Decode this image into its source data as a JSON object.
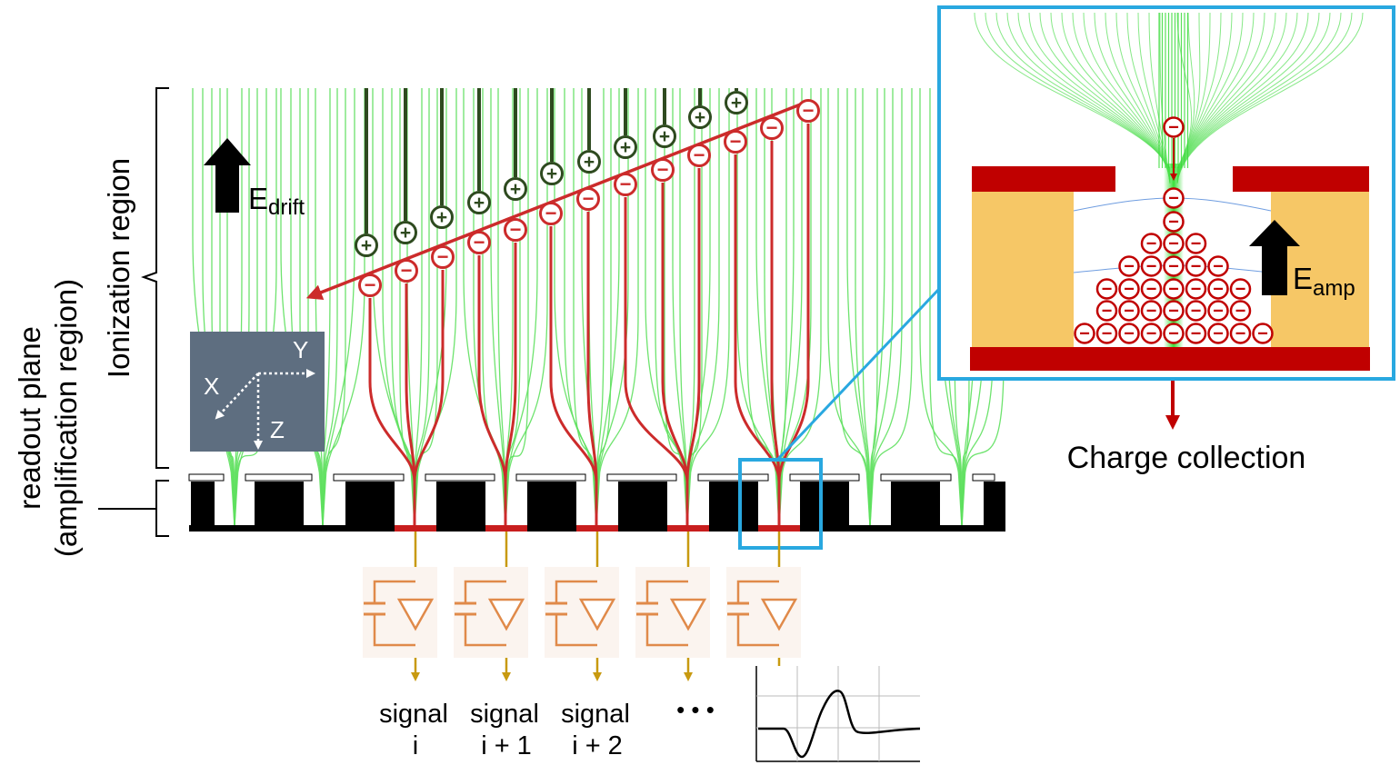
{
  "labels": {
    "ionization_region": "Ionization region",
    "readout_plane_line1": "readout plane",
    "readout_plane_line2": "(amplification region)",
    "e_drift_main": "E",
    "e_drift_sub": "drift",
    "e_amp_main": "E",
    "e_amp_sub": "amp",
    "charge_collection": "Charge collection",
    "axis_x": "X",
    "axis_y": "Y",
    "axis_z": "Z",
    "ellipsis": "• • •"
  },
  "signals": [
    {
      "line1": "signal",
      "line2": "i"
    },
    {
      "line1": "signal",
      "line2": "i + 1"
    },
    {
      "line1": "signal",
      "line2": "i + 2"
    }
  ],
  "glyphs": {
    "positive_ion": "+",
    "electron": "−"
  },
  "colors": {
    "field_lines": "#5ee05e",
    "electron_path": "#cc2b2b",
    "ion_track": "#2e4a1f",
    "readout_pads": "#000000",
    "inset_border": "#29a8e0",
    "electrode": "#c00000",
    "dielectric": "#f5c45e",
    "signal_wire": "#c89a10",
    "preamp_circuit": "#e08a4a",
    "axis_box": "#5e6e80"
  }
}
